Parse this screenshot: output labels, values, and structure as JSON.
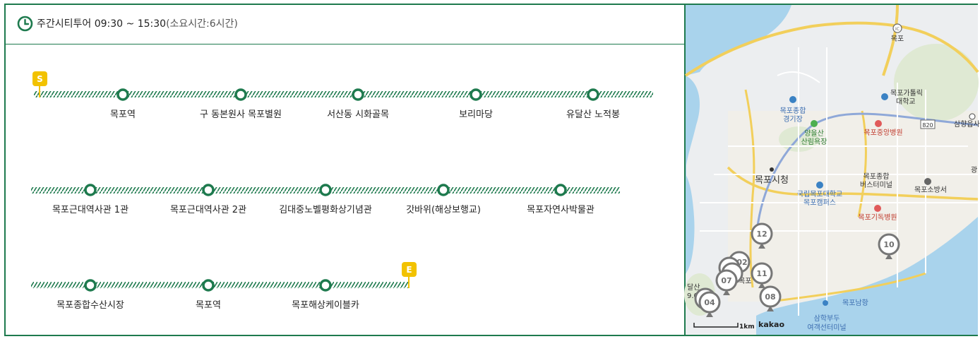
{
  "tour": {
    "title": "주간시티투어 09:30 ~ 15:30",
    "duration": "(소요시간:6시간)",
    "icon": "clock-icon",
    "start_badge": "S",
    "end_badge": "E"
  },
  "stops": [
    {
      "label": "목포역"
    },
    {
      "label": "구 동본원사 목포별원"
    },
    {
      "label": "서산동 시화골목"
    },
    {
      "label": "보리마당"
    },
    {
      "label": "유달산 노적봉"
    },
    {
      "label": "목포근대역사관 1관"
    },
    {
      "label": "목포근대역사관 2관"
    },
    {
      "label": "김대중노벨평화상기념관"
    },
    {
      "label": "갓바위(해상보행교)"
    },
    {
      "label": "목포자연사박물관"
    },
    {
      "label": "목포종합수산시장"
    },
    {
      "label": "목포역"
    },
    {
      "label": "목포해상케이블카"
    }
  ],
  "colors": {
    "brand_green": "#1e7a4e",
    "badge_yellow": "#f2c200",
    "marker_gray": "#7a7a7a"
  },
  "map": {
    "place_labels": [
      {
        "text": "목포"
      },
      {
        "text": "목포가톨릭"
      },
      {
        "text": "대학교"
      },
      {
        "text": "목포종합"
      },
      {
        "text": "경기장"
      },
      {
        "text": "820"
      },
      {
        "text": "삼향읍사"
      },
      {
        "text": "양을산"
      },
      {
        "text": "산림욕장"
      },
      {
        "text": "목포중앙병원"
      },
      {
        "text": "목포시청"
      },
      {
        "text": "목포종합"
      },
      {
        "text": "버스터미널"
      },
      {
        "text": "광"
      },
      {
        "text": "국립목포대학교"
      },
      {
        "text": "목포캠퍼스"
      },
      {
        "text": "목포소방서"
      },
      {
        "text": "목포기독병원"
      },
      {
        "text": "목포남항"
      },
      {
        "text": "삼학부두"
      },
      {
        "text": "여객선터미널"
      },
      {
        "text": "달산"
      },
      {
        "text": "9.0"
      },
      {
        "text": "목포"
      }
    ],
    "markers": [
      {
        "label": "12"
      },
      {
        "label": "10"
      },
      {
        "label": "02"
      },
      {
        "label": "11"
      },
      {
        "label": "07"
      },
      {
        "label": "08"
      },
      {
        "label": "04"
      }
    ],
    "scale_label": "1km",
    "provider": "kakao"
  }
}
